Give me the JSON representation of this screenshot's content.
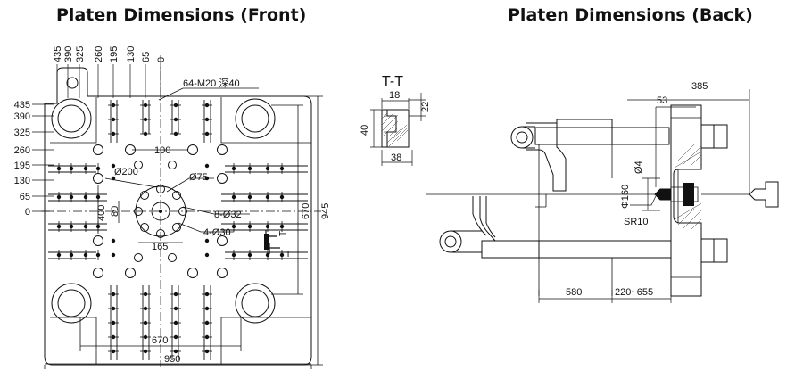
{
  "titles": {
    "front": "Platen Dimensions (Front)",
    "back": "Platen Dimensions (Back)"
  },
  "front": {
    "top_ticks": [
      "435",
      "390",
      "325",
      "260",
      "195",
      "130",
      "65",
      "0"
    ],
    "left_ticks": [
      "435",
      "390",
      "325",
      "260",
      "195",
      "130",
      "65",
      "0"
    ],
    "callouts": {
      "thread": "64-M20 深40",
      "d100": "100",
      "d200": "Ø200",
      "d75": "Ø75",
      "d400": "400",
      "d80": "80",
      "d32": "8-Ø32",
      "d30": "4-Ø30",
      "d165": "165",
      "section_mark": "T"
    },
    "dims": {
      "inner_width": "670",
      "outer_width": "950",
      "inner_height": "670",
      "outer_height": "945"
    }
  },
  "tt": {
    "title": "T-T",
    "w18": "18",
    "h22": "22",
    "h40": "40",
    "w38": "38"
  },
  "back": {
    "d385": "385",
    "d53": "53",
    "d4": "Ø4",
    "d160": "Φ160",
    "sr10": "SR10",
    "d580": "580",
    "stroke": "220~655"
  }
}
